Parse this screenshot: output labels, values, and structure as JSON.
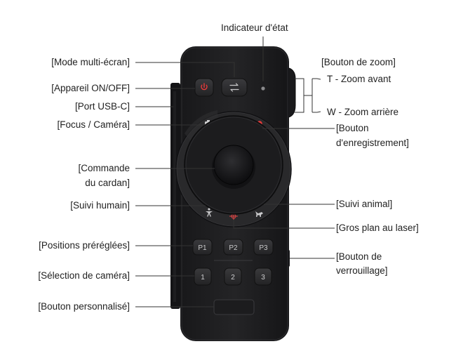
{
  "labels": {
    "status_indicator": "Indicateur d'état",
    "multi_screen": "[Mode multi-écran]",
    "power": "[Appareil ON/OFF]",
    "usb_c": "[Port USB-C]",
    "focus_camera": "[Focus / Caméra]",
    "gimbal_line1": "[Commande",
    "gimbal_line2": "du cardan]",
    "human_tracking": "[Suivi humain]",
    "presets": "[Positions préréglées]",
    "camera_select": "[Sélection de caméra]",
    "custom_button": "[Bouton personnalisé]",
    "zoom_button": "[Bouton de zoom]",
    "zoom_in": "T - Zoom avant",
    "zoom_out": "W - Zoom arrière",
    "record_line1": "[Bouton",
    "record_line2": "d'enregistrement]",
    "animal_tracking": "[Suivi animal]",
    "laser_closeup": "[Gros plan au laser]",
    "lock_line1": "[Bouton de",
    "lock_line2": "verrouillage]"
  },
  "buttons": {
    "presets": [
      "P1",
      "P2",
      "P3"
    ],
    "cameras": [
      "1",
      "2",
      "3"
    ]
  },
  "colors": {
    "body": "#202022",
    "button": "#2c2c2e",
    "power_red": "#e83a3a",
    "record_red": "#e43b3b",
    "text": "#222222",
    "leader": "#333333"
  }
}
